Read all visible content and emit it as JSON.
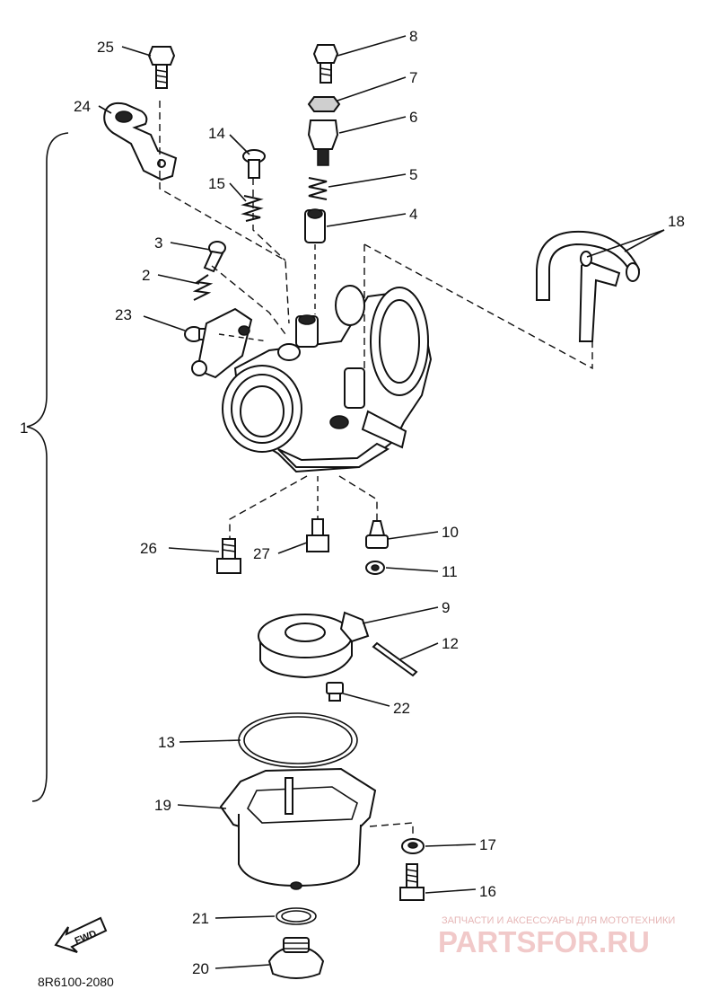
{
  "diagram": {
    "callouts": [
      "1",
      "2",
      "3",
      "4",
      "5",
      "6",
      "7",
      "8",
      "9",
      "10",
      "11",
      "12",
      "13",
      "14",
      "15",
      "16",
      "17",
      "18",
      "19",
      "20",
      "21",
      "22",
      "23",
      "24",
      "25",
      "26",
      "27"
    ],
    "diagram_code": "8R6100-2080",
    "direction_marker": "FWD",
    "watermark": {
      "caption": "ЗАПЧАСТИ И АКСЕССУАРЫ ДЛЯ МОТОТЕХНИКИ",
      "logo_text": "PARTSFOR.RU"
    }
  }
}
